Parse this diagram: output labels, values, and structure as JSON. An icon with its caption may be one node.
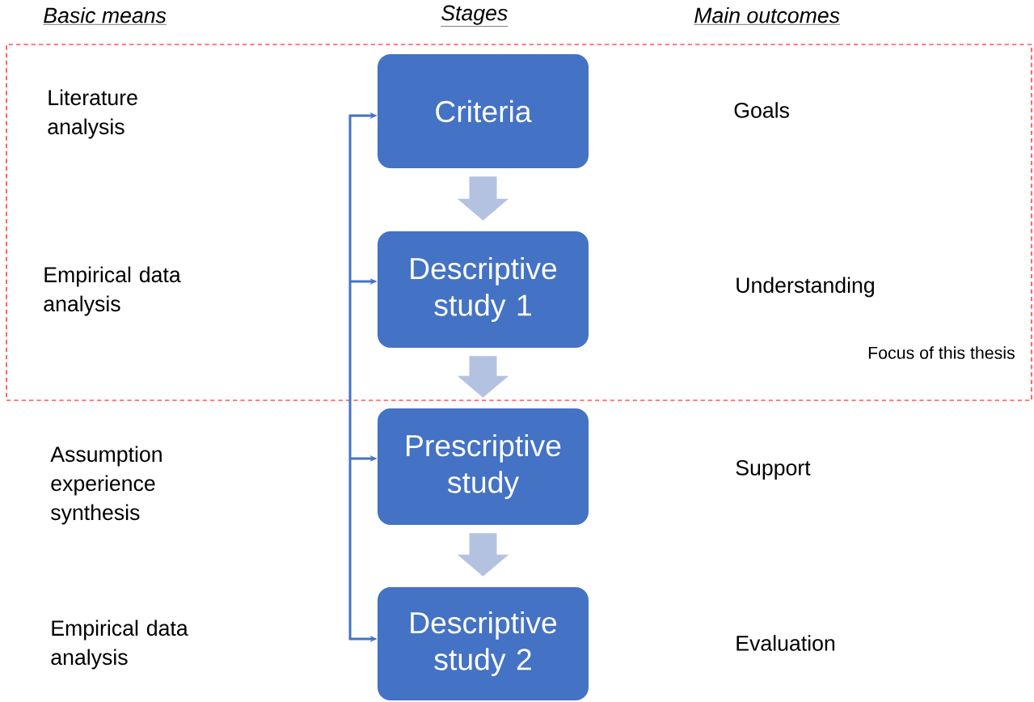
{
  "diagram": {
    "nodes": [
      {
        "text": [
          "Focus of this thesis"
        ]
      },
      {
        "text": [
          "Criteria"
        ],
        "in": 0
      },
      {
        "text": [
          "Descriptive study 1"
        ],
        "in": 0
      },
      {
        "text": [
          "Prescriptive study"
        ]
      },
      {
        "text": [
          "Descriptive study 2"
        ]
      }
    ],
    "edges": [
      {
        "from": 1,
        "to": 2,
        "arrow": "to",
        "style": "thick",
        "color": "#b4c2e2"
      },
      {
        "from": 2,
        "to": 3,
        "arrow": "to",
        "style": "thick",
        "color": "#b4c2e2"
      },
      {
        "from": 3,
        "to": 4,
        "arrow": "to",
        "style": "thick",
        "color": "#b4c2e2"
      },
      {
        "from": 4,
        "to": 1,
        "arrow": "both",
        "color": "#4472c4"
      },
      {
        "from": null,
        "to": 2,
        "arrow": "to",
        "color": "#4472c4"
      },
      {
        "from": null,
        "to": 3,
        "arrow": "to",
        "color": "#4472c4"
      }
    ],
    "labels": [
      "Basic means",
      "Stages",
      "Main outcomes",
      "Literature analysis",
      "Goals",
      "Empirical data analysis",
      "Understanding",
      "Assumption experience synthesis",
      "Support",
      "Empirical data analysis",
      "Evaluation"
    ]
  }
}
